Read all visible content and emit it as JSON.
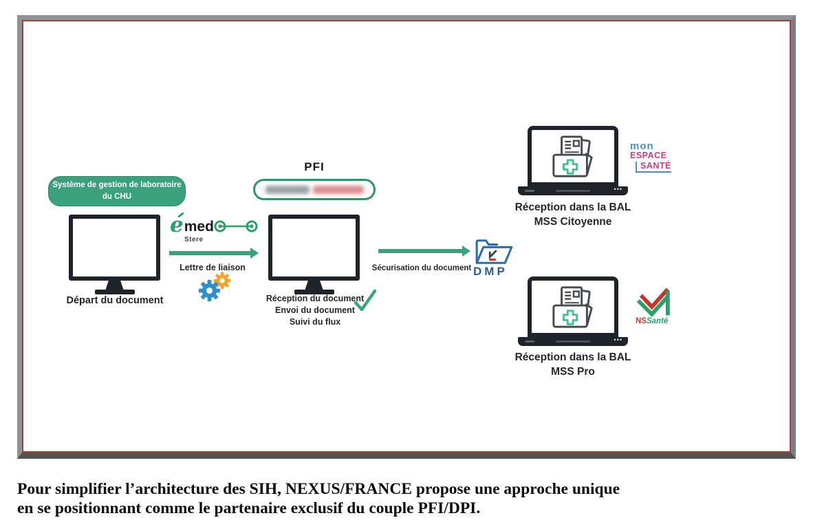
{
  "colors": {
    "green": "#3AA17C",
    "green_dark": "#2E8A67",
    "frame_gray": "#8B8F8D",
    "frame_red": "#A93F3B",
    "dmp_blue": "#2E6DA8",
    "gear_blue": "#2E8FC9",
    "gear_orange": "#F2A32B",
    "mes_blue": "#4A90C4",
    "mes_pink": "#C2417E",
    "ns_red": "#C0392B",
    "ns_green": "#2F9E68",
    "ink": "#1E2429"
  },
  "icons": {
    "monitor": "desktop-monitor",
    "laptop": "laptop",
    "link": "link-connector-dots",
    "gears": "blue-and-orange-gears",
    "checkmark": "green-checkmark",
    "dmp_folder": "open-folder-with-check",
    "laptop_content": "document-into-medical-folder",
    "arrow": "green-arrow-right"
  },
  "diagram": {
    "source_system": {
      "line1": "Système de gestion de laboratoire",
      "line2": "du CHU"
    },
    "depart_label": "Départ du document",
    "emed": {
      "name_e": "e",
      "name_rest": "med",
      "subtitle": "Stere"
    },
    "lettre_liaison_label": "Lettre de liaison",
    "pfi": {
      "title": "PFI"
    },
    "reception_node": {
      "line1": "Réception du document",
      "line2": "Envoi du document",
      "line3": "Suivi du flux"
    },
    "securisation_label": "Sécurisation du document",
    "dmp": {
      "label": "DMP"
    },
    "bal_citoyenne": {
      "line1": "Réception dans la BAL",
      "line2": "MSS Citoyenne"
    },
    "bal_pro": {
      "line1": "Réception dans la BAL",
      "line2": "MSS Pro"
    },
    "mon_espace_sante_logo": {
      "line1": "mon",
      "line2": "ESPACE",
      "line3": "SANTÉ"
    },
    "ns_sante_logo": {
      "ns": "NS",
      "sante": "Santé"
    }
  },
  "caption": {
    "line1": "Pour simplifier l’architecture des SIH, NEXUS/FRANCE propose une approche unique",
    "line2": "en se positionnant comme le partenaire exclusif du couple PFI/DPI."
  }
}
